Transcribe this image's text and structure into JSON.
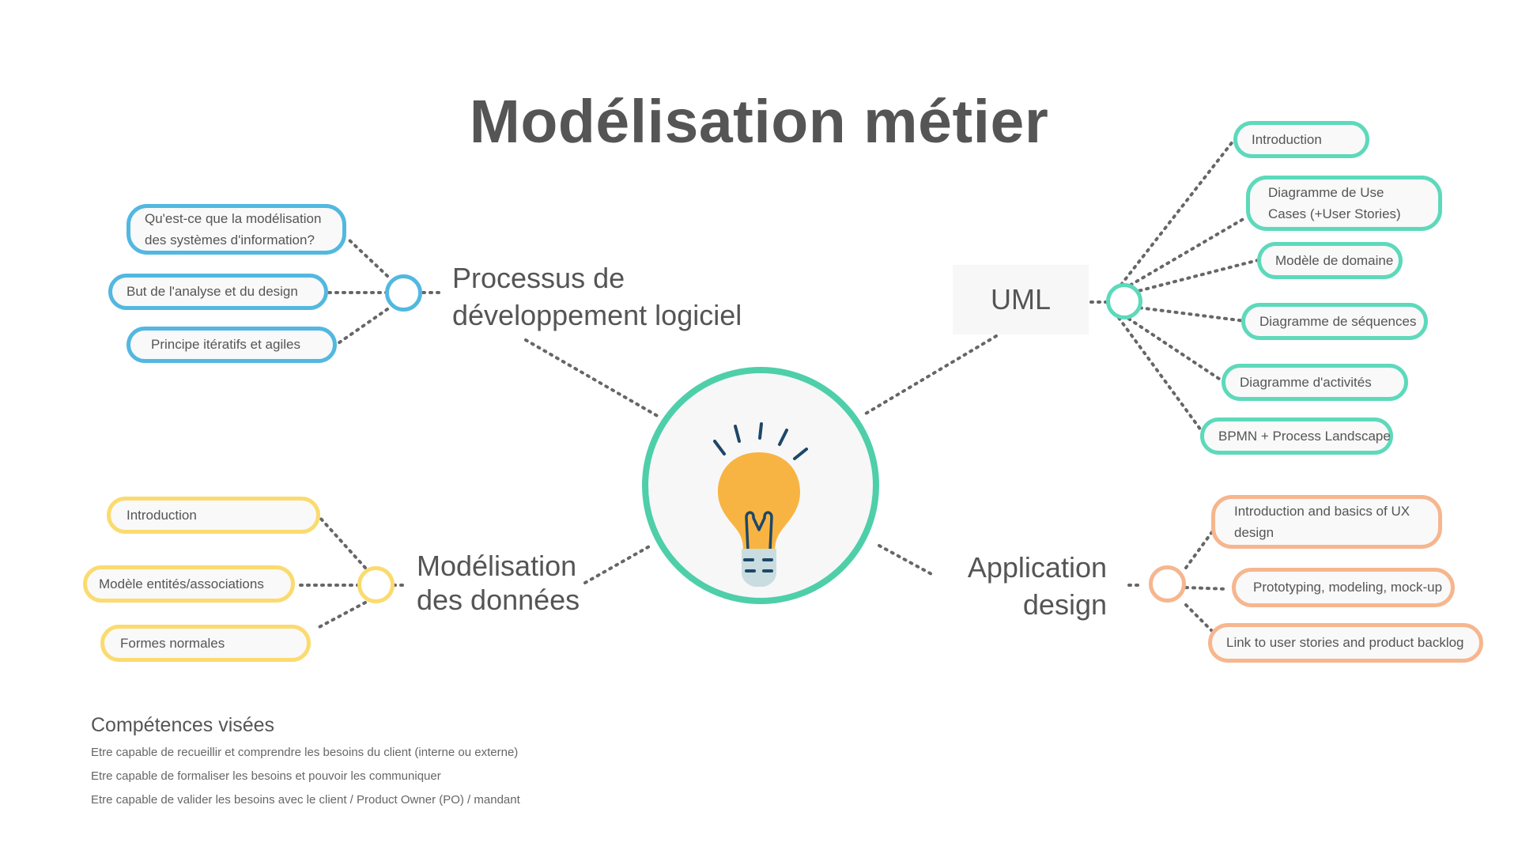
{
  "title": "Modélisation métier",
  "branches": {
    "processus": {
      "line1": "Processus de",
      "line2": "développement logiciel",
      "color": "#52b8e0"
    },
    "uml": {
      "label": "UML",
      "color": "#5dd9bb"
    },
    "donnees": {
      "line1": "Modélisation",
      "line2": "des données",
      "color": "#fbdb6f"
    },
    "appdesign": {
      "line1": "Application",
      "line2": "design",
      "color": "#f6b68e"
    }
  },
  "processus_items": [
    "Qu'est-ce que la modélisation des systèmes d'information?",
    "But de l'analyse et du design",
    "Principe itératifs et agiles"
  ],
  "uml_items": [
    "Introduction",
    "Diagramme de Use Cases (+User Stories)",
    "Modèle de domaine",
    "Diagramme de séquences",
    "Diagramme d'activités",
    "BPMN + Process Landscape"
  ],
  "donnees_items": [
    "Introduction",
    "Modèle entités/associations",
    "Formes normales"
  ],
  "appdesign_items": [
    "Introduction and basics of UX design",
    "Prototyping, modeling, mock-up",
    "Link to user stories and product backlog"
  ],
  "hub": {
    "icon": "lightbulb-icon",
    "ring_color": "#4ecfa9",
    "bulb_color": "#f8b442"
  },
  "skills": {
    "title": "Compétences visées",
    "items": [
      "Etre capable de recueillir et comprendre les besoins du client (interne ou externe)",
      "Etre capable de formaliser les besoins et pouvoir les communiquer",
      "Etre capable de valider les besoins avec le client / Product Owner (PO) / mandant"
    ]
  }
}
